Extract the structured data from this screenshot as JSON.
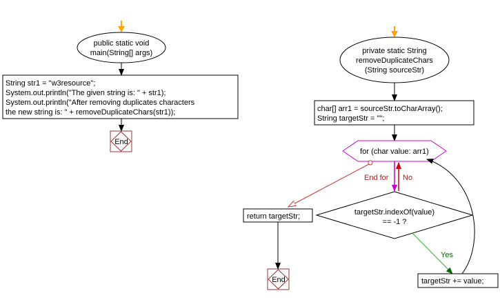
{
  "main": {
    "start": [
      "public static void",
      "main(String[] args)"
    ],
    "body": [
      "String str1 = \"w3resource\";",
      "System.out.println(\"The given string is: \" + str1);",
      "System.out.println(\"After removing duplicates characters",
      "the new string is: \" + removeDuplicateChars(str1));"
    ],
    "end": "End"
  },
  "method": {
    "start": [
      "private static String",
      "removeDuplicateChars",
      "(String sourceStr)"
    ],
    "init": [
      "char[] arr1 = sourceStr.toCharArray();",
      "String targetStr = \"\";"
    ],
    "loop": "for (char value: arr1)",
    "condition": [
      "targetStr.indexOf(value)",
      "== -1 ?"
    ],
    "append": "targetStr += value;",
    "return": "return targetStr;",
    "end": "End"
  },
  "edges": {
    "end_for": "End for",
    "no": "No",
    "yes": "Yes"
  },
  "colors": {
    "start_arrow": "#ffa500",
    "loop_border": "#cc00cc",
    "end_border": "#993333",
    "end_for": "#aa2222",
    "yes": "#006600"
  }
}
